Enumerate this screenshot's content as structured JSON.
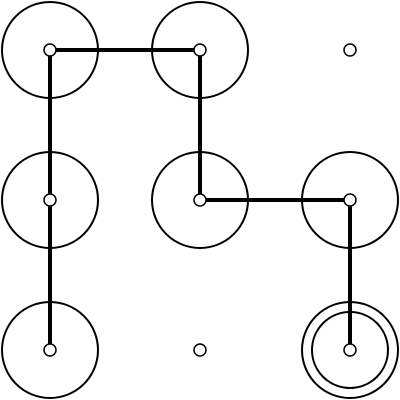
{
  "pattern_lock": {
    "rows": 3,
    "cols": 3,
    "stroke_color": "#000000",
    "background_color": "#ffffff",
    "selected_sequence": [
      7,
      4,
      1,
      2,
      5,
      6,
      9
    ],
    "current_dot": 9,
    "dots": [
      {
        "id": 1,
        "row": 0,
        "col": 0
      },
      {
        "id": 2,
        "row": 0,
        "col": 1
      },
      {
        "id": 3,
        "row": 0,
        "col": 2
      },
      {
        "id": 4,
        "row": 1,
        "col": 0
      },
      {
        "id": 5,
        "row": 1,
        "col": 1
      },
      {
        "id": 6,
        "row": 1,
        "col": 2
      },
      {
        "id": 7,
        "row": 2,
        "col": 0
      },
      {
        "id": 8,
        "row": 2,
        "col": 1
      },
      {
        "id": 9,
        "row": 2,
        "col": 2
      }
    ]
  }
}
